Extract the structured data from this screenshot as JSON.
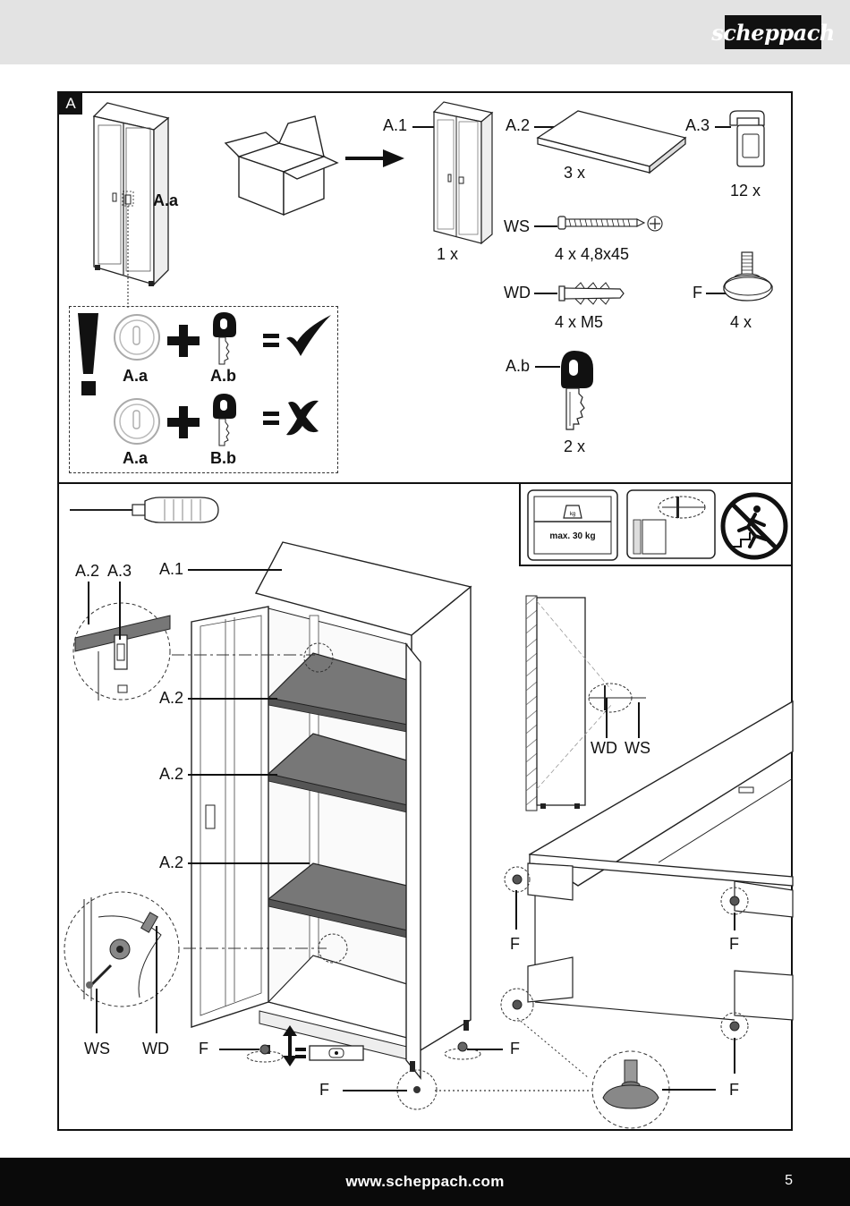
{
  "header": {
    "logo_text": "scheppach"
  },
  "section": {
    "tag": "A"
  },
  "parts": {
    "a1": {
      "label": "A.1",
      "qty": "1 x"
    },
    "a2": {
      "label": "A.2",
      "qty": "3 x"
    },
    "a3": {
      "label": "A.3",
      "qty": "12 x"
    },
    "ws": {
      "label": "WS",
      "qty": "4 x 4,8x45"
    },
    "wd": {
      "label": "WD",
      "qty": "4 x M5"
    },
    "f": {
      "label": "F",
      "qty": "4 x"
    },
    "ab": {
      "label": "A.b",
      "qty": "2 x"
    }
  },
  "lock_labels": {
    "aa": "A.a",
    "ab": "A.b",
    "bb": "B.b"
  },
  "weight_label": "max. 30 kg",
  "assembly": {
    "a1": "A.1",
    "a2": "A.2",
    "a3": "A.3",
    "ws": "WS",
    "wd": "WD",
    "f": "F"
  },
  "footer": {
    "url": "www.scheppach.com",
    "page": "5"
  }
}
